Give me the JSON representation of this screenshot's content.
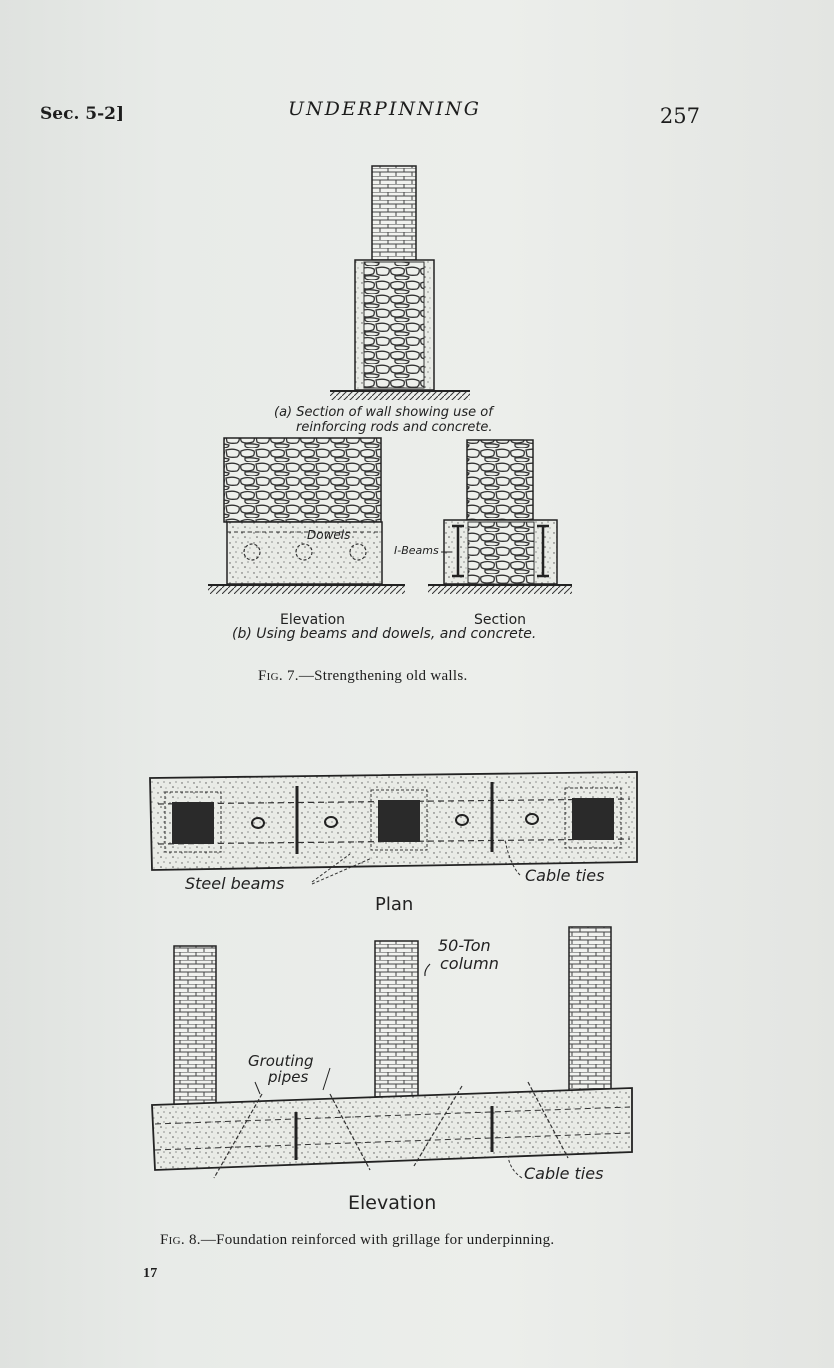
{
  "header": {
    "section": "Sec. 5-2]",
    "running_title": "UNDERPINNING",
    "page_number": "257"
  },
  "figure7": {
    "caption_a_line1": "(a) Section of wall showing use of",
    "caption_a_line2": "reinforcing rods and concrete.",
    "label_dowels": "Dowels",
    "label_ibeams": "I-Beams",
    "label_elevation": "Elevation",
    "label_section": "Section",
    "caption_b": "(b) Using beams and dowels, and concrete.",
    "caption_prefix": "Fig. 7.",
    "caption_text": "—Strengthening old walls."
  },
  "figure8": {
    "label_steel_beams": "Steel beams",
    "label_cable_ties_plan": "Cable ties",
    "label_plan": "Plan",
    "label_column_line1": "50-Ton",
    "label_column_line2": "column",
    "label_grouting_line1": "Grouting",
    "label_grouting_line2": "pipes",
    "label_cable_ties_elev": "Cable ties",
    "label_elevation": "Elevation",
    "caption_prefix": "Fig. 8.",
    "caption_text": "—Foundation reinforced with grillage for underpinning."
  },
  "footer": {
    "signature_mark": "17"
  }
}
